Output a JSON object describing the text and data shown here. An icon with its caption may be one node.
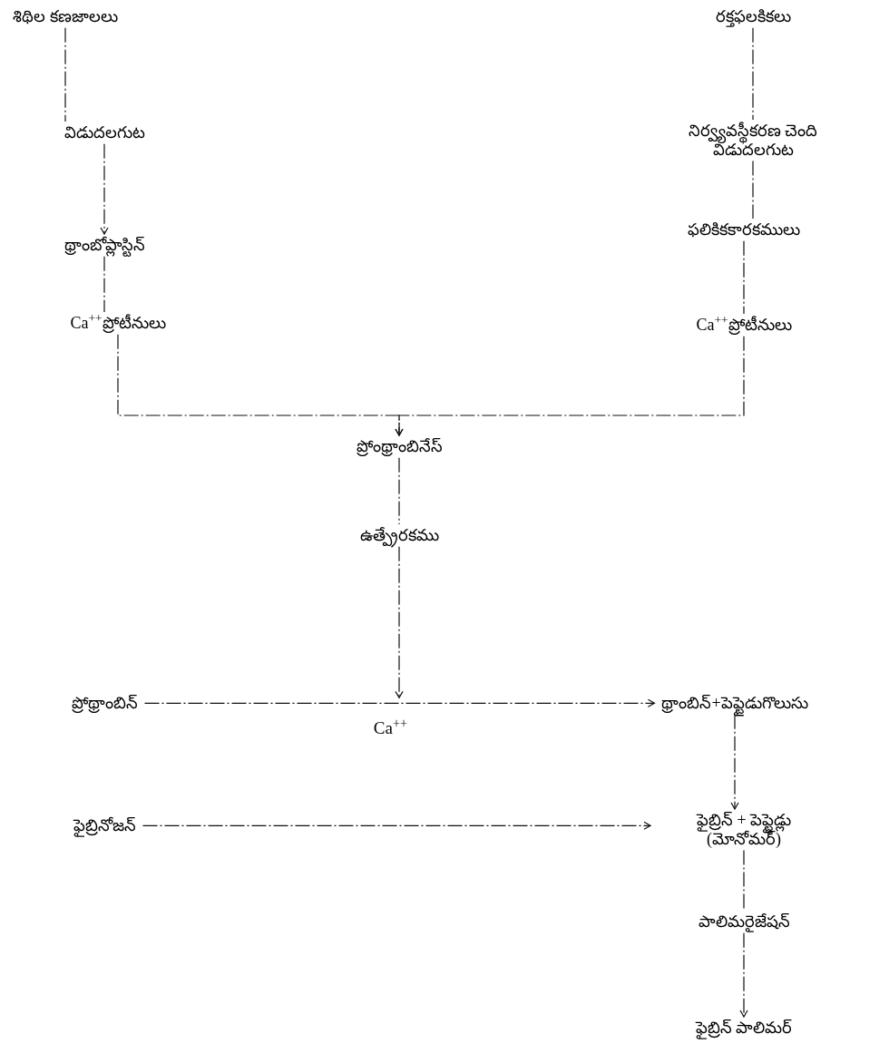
{
  "diagram": {
    "nodes": [
      {
        "text": [
          "శిథిల కణజాలలు"
        ]
      },
      {
        "text": [
          "విడుదలగుట"
        ]
      },
      {
        "text": [
          "థ్రాంబోప్లాస్టిన్"
        ]
      },
      {
        "text": [
          "Ca$^{++}$ప్రోటీనులు"
        ]
      },
      {
        "text": [
          "రక్తఫలకికలు"
        ]
      },
      {
        "text": [
          "నిర్వ్యవస్థీకరణ చెంది విడుదలగుట"
        ]
      },
      {
        "text": [
          "ఫలికికకారకములు"
        ]
      },
      {
        "text": [
          "Ca$^{++}$ప్రోటీనులు"
        ]
      },
      {
        "text": [
          "ప్రోంథ్రాంబినేస్"
        ]
      },
      {
        "text": [
          "ఉత్ప్రేరకము"
        ]
      },
      {
        "text": [
          "ప్రోథ్రాంబిన్"
        ]
      },
      {
        "text": [
          "థ్రాంబిన్+పెప్టైడుగొలుసు"
        ]
      },
      {
        "text": [
          "ఫైబ్రినోజన్"
        ]
      },
      {
        "text": [
          "ఫైబ్రిన్ + పెప్టైడ్లు (మోనోమర్)"
        ]
      },
      {
        "text": [
          "పాలిమరైజేషన్"
        ]
      },
      {
        "text": [
          "ఫైబ్రిన్ పాలిమర్"
        ]
      }
    ],
    "edges": [
      {
        "from": 0,
        "to": 1,
        "arrow": "none"
      },
      {
        "from": 1,
        "to": 2,
        "arrow": "to"
      },
      {
        "from": 2,
        "to": 3,
        "arrow": "none"
      },
      {
        "from": 3,
        "to": 8,
        "arrow": "to"
      },
      {
        "from": 4,
        "to": 5,
        "arrow": "none"
      },
      {
        "from": 5,
        "to": 6,
        "arrow": "none"
      },
      {
        "from": 6,
        "to": 7,
        "arrow": "none"
      },
      {
        "from": 7,
        "to": 8,
        "arrow": "to"
      },
      {
        "from": 8,
        "to": 9,
        "arrow": "none"
      },
      {
        "from": 9,
        "to": null,
        "arrow": "to"
      },
      {
        "from": 10,
        "to": 11,
        "arrow": "to",
        "label": "Ca$^{++}$"
      },
      {
        "from": 11,
        "to": 13,
        "arrow": "to"
      },
      {
        "from": 12,
        "to": 13,
        "arrow": "to"
      },
      {
        "from": 13,
        "to": 14,
        "arrow": "none"
      },
      {
        "from": 14,
        "to": 15,
        "arrow": "to"
      }
    ]
  }
}
